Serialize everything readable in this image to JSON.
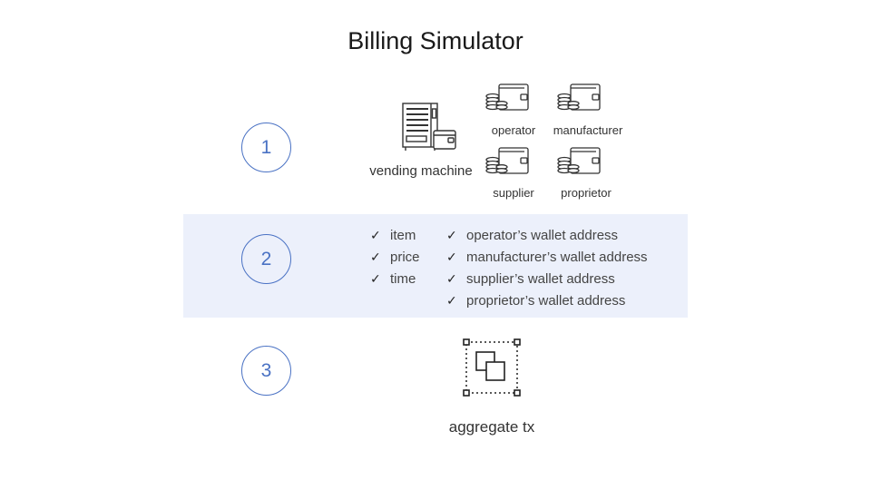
{
  "title": "Billing Simulator",
  "steps": [
    "1",
    "2",
    "3"
  ],
  "step1": {
    "machine_label": "vending machine",
    "wallets": [
      "operator",
      "manufacturer",
      "supplier",
      "proprietor"
    ]
  },
  "step2": {
    "left_checks": [
      "item",
      "price",
      "time"
    ],
    "right_checks": [
      "operator’s wallet address",
      "manufacturer’s wallet address",
      "supplier’s wallet address",
      "proprietor’s wallet address"
    ],
    "check_glyph": "✓"
  },
  "step3": {
    "label": "aggregate tx"
  },
  "colors": {
    "accent": "#4a72c4",
    "band": "#ecf0fb"
  }
}
